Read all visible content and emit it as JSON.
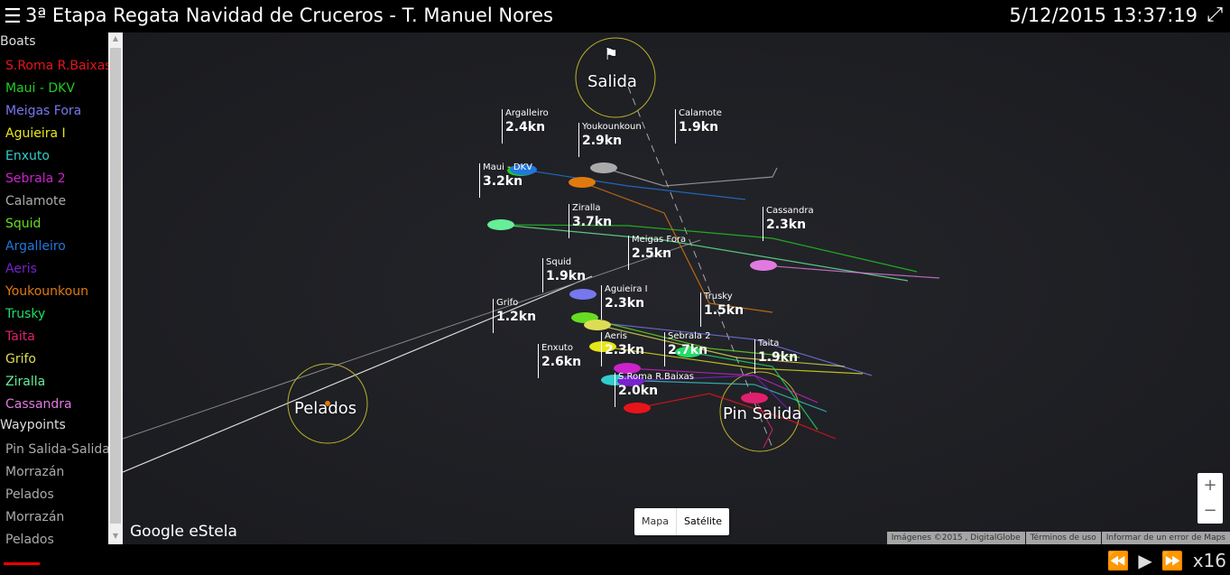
{
  "header": {
    "title": "3ª Etapa Regata Navidad de Cruceros - T. Manuel Nores",
    "datetime": "5/12/2015 13:37:19",
    "menu_icon": "☰",
    "expand_icon": "⤢"
  },
  "sidebar": {
    "boats_heading": "Boats",
    "boats": [
      {
        "name": "S.Roma R.Baixas",
        "color": "#e8141b"
      },
      {
        "name": "Maui - DKV",
        "color": "#22cc22"
      },
      {
        "name": "Meigas Fora",
        "color": "#7777ee"
      },
      {
        "name": "Aguieira I",
        "color": "#e6e61a"
      },
      {
        "name": "Enxuto",
        "color": "#33cccc"
      },
      {
        "name": "Sebrala 2",
        "color": "#cc22cc"
      },
      {
        "name": "Calamote",
        "color": "#aaaaaa"
      },
      {
        "name": "Squid",
        "color": "#66dd22"
      },
      {
        "name": "Argalleiro",
        "color": "#2277dd"
      },
      {
        "name": "Aeris",
        "color": "#7722cc"
      },
      {
        "name": "Youkounkoun",
        "color": "#e07a10"
      },
      {
        "name": "Trusky",
        "color": "#22dd66"
      },
      {
        "name": "Taita",
        "color": "#e0206e"
      },
      {
        "name": "Grifo",
        "color": "#dddd55"
      },
      {
        "name": "Ziralla",
        "color": "#66ee99"
      },
      {
        "name": "Cassandra",
        "color": "#e07ae0"
      }
    ],
    "waypoints_heading": "Waypoints",
    "waypoints": [
      "Pin Salida-Salida",
      "Morrazán",
      "Pelados",
      "Morrazán",
      "Pelados"
    ]
  },
  "map": {
    "waypoints": {
      "salida": "Salida",
      "pelados": "Pelados",
      "pin_salida": "Pin Salida"
    },
    "labels": [
      {
        "name": "Argalleiro",
        "speed": "2.4kn"
      },
      {
        "name": "Calamote",
        "speed": "1.9kn"
      },
      {
        "name": "Youkounkoun",
        "speed": "2.9kn"
      },
      {
        "name": "Maui - DKV",
        "speed": "3.2kn"
      },
      {
        "name": "Ziralla",
        "speed": "3.7kn"
      },
      {
        "name": "Cassandra",
        "speed": "2.3kn"
      },
      {
        "name": "Meigas Fora",
        "speed": "2.5kn"
      },
      {
        "name": "Squid",
        "speed": "1.9kn"
      },
      {
        "name": "Grifo",
        "speed": "1.2kn"
      },
      {
        "name": "Aguieira I",
        "speed": "2.3kn"
      },
      {
        "name": "Trusky",
        "speed": "1.5kn"
      },
      {
        "name": "Sebrala 2",
        "speed": "2.7kn"
      },
      {
        "name": "Enxuto",
        "speed": "2.6kn"
      },
      {
        "name": "Aeris",
        "speed": "2.3kn"
      },
      {
        "name": "S.Roma R.Baixas",
        "speed": "2.0kn"
      },
      {
        "name": "Taita",
        "speed": "1.9kn"
      }
    ],
    "logo": "Google eStela",
    "map_type": {
      "map": "Mapa",
      "satellite": "Satélite"
    },
    "zoom_in": "+",
    "zoom_out": "−",
    "attribution": [
      "Imágenes ©2015 , DigitalGlobe",
      "Términos de uso",
      "Informar de un error de Maps"
    ]
  },
  "playback": {
    "rewind": "⏪",
    "play": "▶",
    "forward": "⏩",
    "speed": "x16"
  }
}
